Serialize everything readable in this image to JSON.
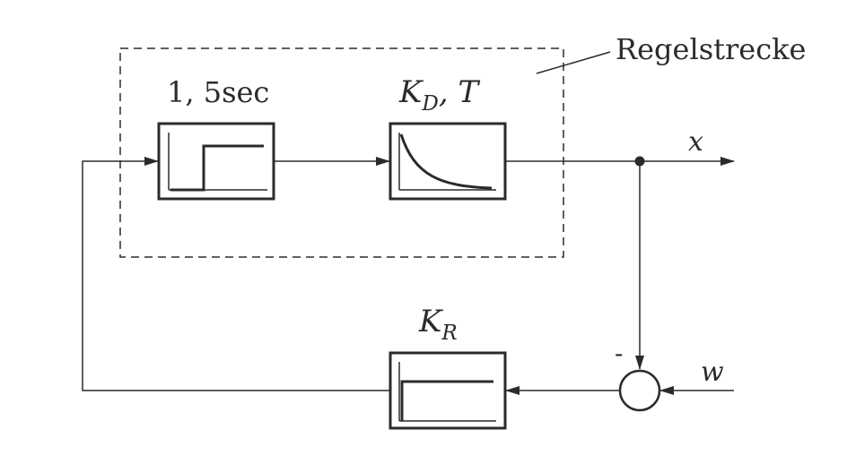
{
  "diagram": {
    "title": "",
    "plant_label": "Regelstrecke",
    "dead_time_block": {
      "label": "1, 5sec"
    },
    "pt1_block": {
      "label_main": "K",
      "label_sub": "D",
      "label_tail": ", T"
    },
    "controller_block": {
      "label_main": "K",
      "label_sub": "R"
    },
    "signals": {
      "output": "x",
      "setpoint": "w",
      "sum_sign": "-"
    },
    "colors": {
      "line": "#2b2b2b",
      "background": "#ffffff"
    }
  }
}
